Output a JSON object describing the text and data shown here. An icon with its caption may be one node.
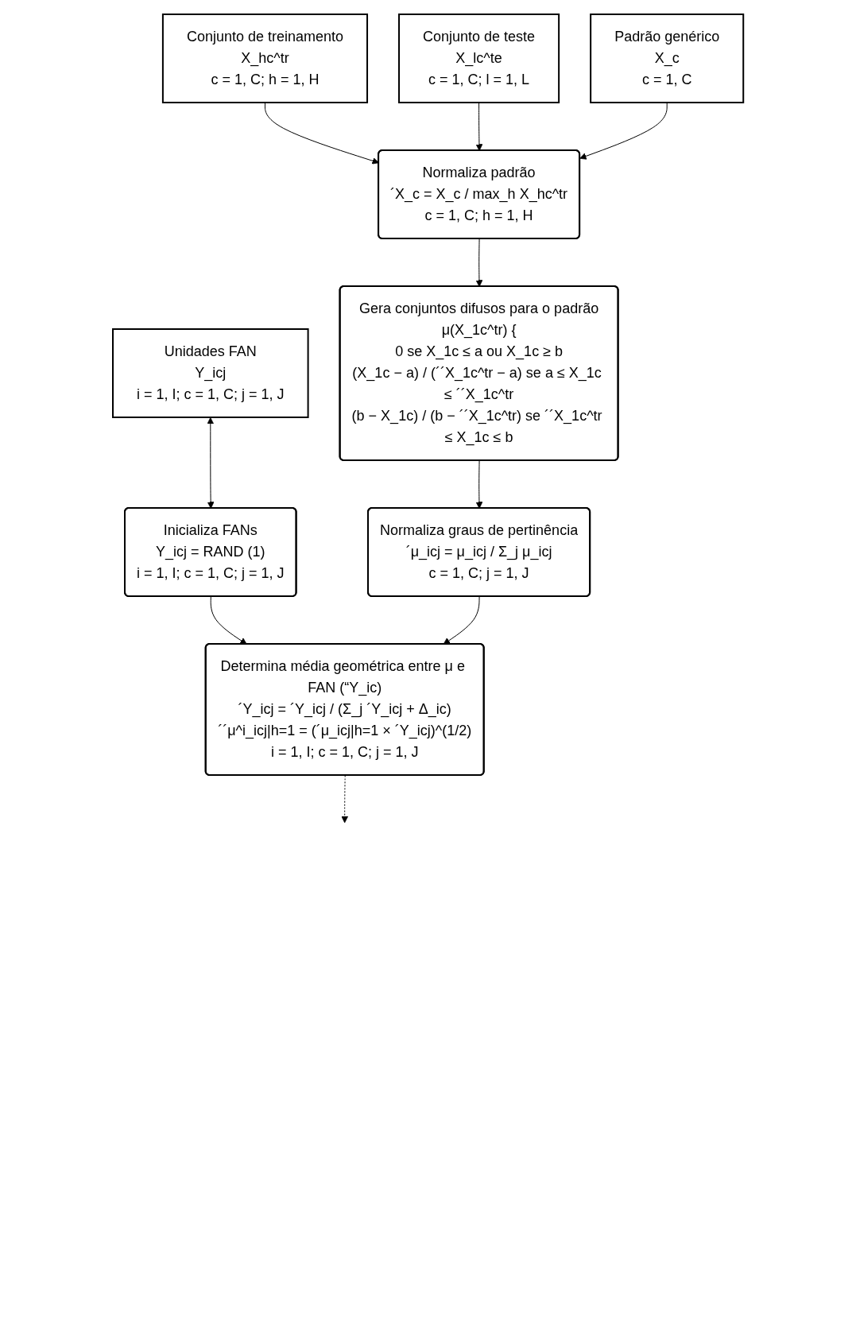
{
  "diagram": {
    "nodes": [
      {
        "text": [
          "Conjunto de treinamento",
          "X_hc^tr",
          "c = 1, C;  h = 1, H"
        ]
      },
      {
        "text": [
          "Conjunto de teste",
          "X_lc^te",
          "c = 1, C;  l = 1, L"
        ]
      },
      {
        "text": [
          "Padrão genérico",
          "X_c",
          "c = 1, C"
        ]
      },
      {
        "text": [
          "Normaliza padrão",
          "´X_c = X_c / max_h X_hc^tr",
          "c = 1, C;  h = 1, H"
        ]
      },
      {
        "text": [
          "Unidades FAN",
          "Y_icj",
          "i = 1, I;  c = 1, C;  j = 1, J"
        ]
      },
      {
        "text": [
          "Inicializa FANs",
          "Y_icj = RAND (1)",
          "i = 1, I;  c = 1, C;  j = 1, J"
        ]
      },
      {
        "text": [
          "Gera conjuntos difusos para o padrão",
          "μ(X_1c^tr) {",
          "0 se X_1c ≤ a ou X_1c ≥ b",
          "(X_1c − a) / (´´X_1c^tr − a) se a ≤ X_1c ≤ ´´X_1c^tr",
          "(b − X_1c) / (b − ´´X_1c^tr) se ´´X_1c^tr ≤ X_1c ≤ b"
        ]
      },
      {
        "text": [
          "Determina média geométrica entre μ e FAN (“Y_ic)",
          "´Y_icj = ´Y_icj / (Σ_j ´Y_icj + Δ_ic)",
          "´´μ^i_icj|h=1 = (´μ_icj|h=1 × ´Y_icj)^(1/2)",
          "i = 1, I; c = 1, C; j = 1, J"
        ]
      },
      {
        "text": [
          "Normaliza graus de pertinência",
          "´μ_icj = μ_icj / Σ_j μ_icj",
          "c = 1, C;  j = 1, J"
        ]
      }
    ],
    "edges": [
      {
        "from": 0,
        "to": 3,
        "arrow": "to"
      },
      {
        "from": 1,
        "to": 3,
        "arrow": "to"
      },
      {
        "from": 2,
        "to": 3,
        "arrow": "to"
      },
      {
        "from": 4,
        "to": 5,
        "arrow": "both"
      },
      {
        "from": 3,
        "to": 6,
        "arrow": "to"
      },
      {
        "from": 5,
        "to": 7,
        "arrow": "to"
      },
      {
        "from": 6,
        "to": 8,
        "arrow": "to"
      },
      {
        "from": 8,
        "to": 7,
        "arrow": "to"
      },
      {
        "from": 7,
        "to": null,
        "arrow": "to",
        "style": "dashed"
      }
    ]
  }
}
